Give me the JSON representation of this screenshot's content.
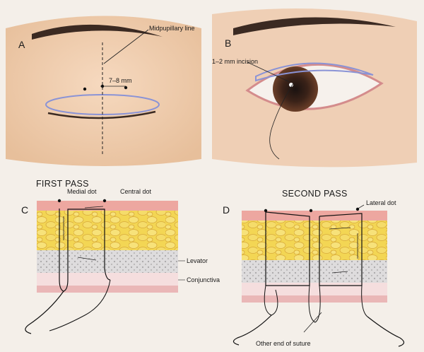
{
  "panels": {
    "a": {
      "letter": "A",
      "midpupillary": "Midpupillary line",
      "measure": "7–8 mm"
    },
    "b": {
      "letter": "B",
      "incision": "1–2 mm incision"
    },
    "c": {
      "letter": "C",
      "title": "FIRST PASS",
      "medial_dot": "Medial dot",
      "central_dot": "Central dot"
    },
    "d": {
      "letter": "D",
      "title": "SECOND PASS",
      "lateral_dot": "Lateral dot",
      "suture_end": "Other end of suture"
    }
  },
  "layers": {
    "levator": "Levator",
    "conjunctiva": "Conjunctiva"
  },
  "colors": {
    "skin": "#f0c9a8",
    "fat": "#f2d34c",
    "levator": "#d9d7d8",
    "conjunctiva": "#eab7b7",
    "incision": "#8a93d6"
  }
}
